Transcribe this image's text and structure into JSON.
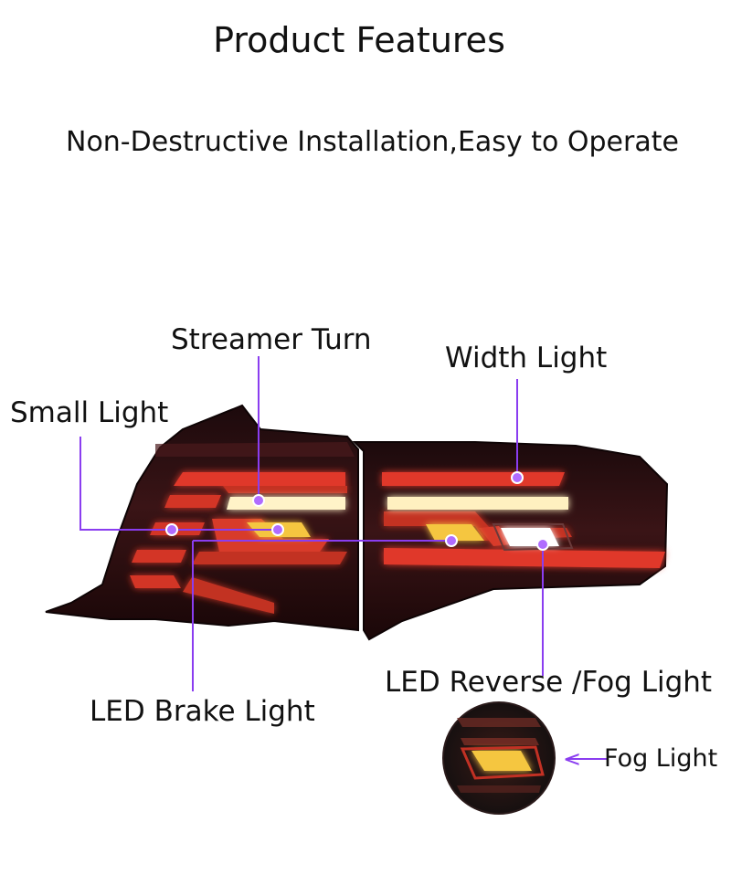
{
  "header": {
    "title": "Product Features",
    "subtitle": "Non-Destructive Installation,Easy to Operate"
  },
  "callouts": {
    "streamer_turn": "Streamer Turn",
    "width_light": "Width Light",
    "small_light": "Small Light",
    "led_brake_light": "LED Brake Light",
    "led_reverse_fog_light": "LED Reverse /Fog Light",
    "fog_light": "Fog Light"
  },
  "colors": {
    "callout_line": "#8a3df0",
    "callout_dot": "#b06cff",
    "lamp_body": "#2a0f12",
    "red_bar": "#e0392a",
    "amber_bar": "#f5c640",
    "reverse_white": "#ffffff"
  }
}
